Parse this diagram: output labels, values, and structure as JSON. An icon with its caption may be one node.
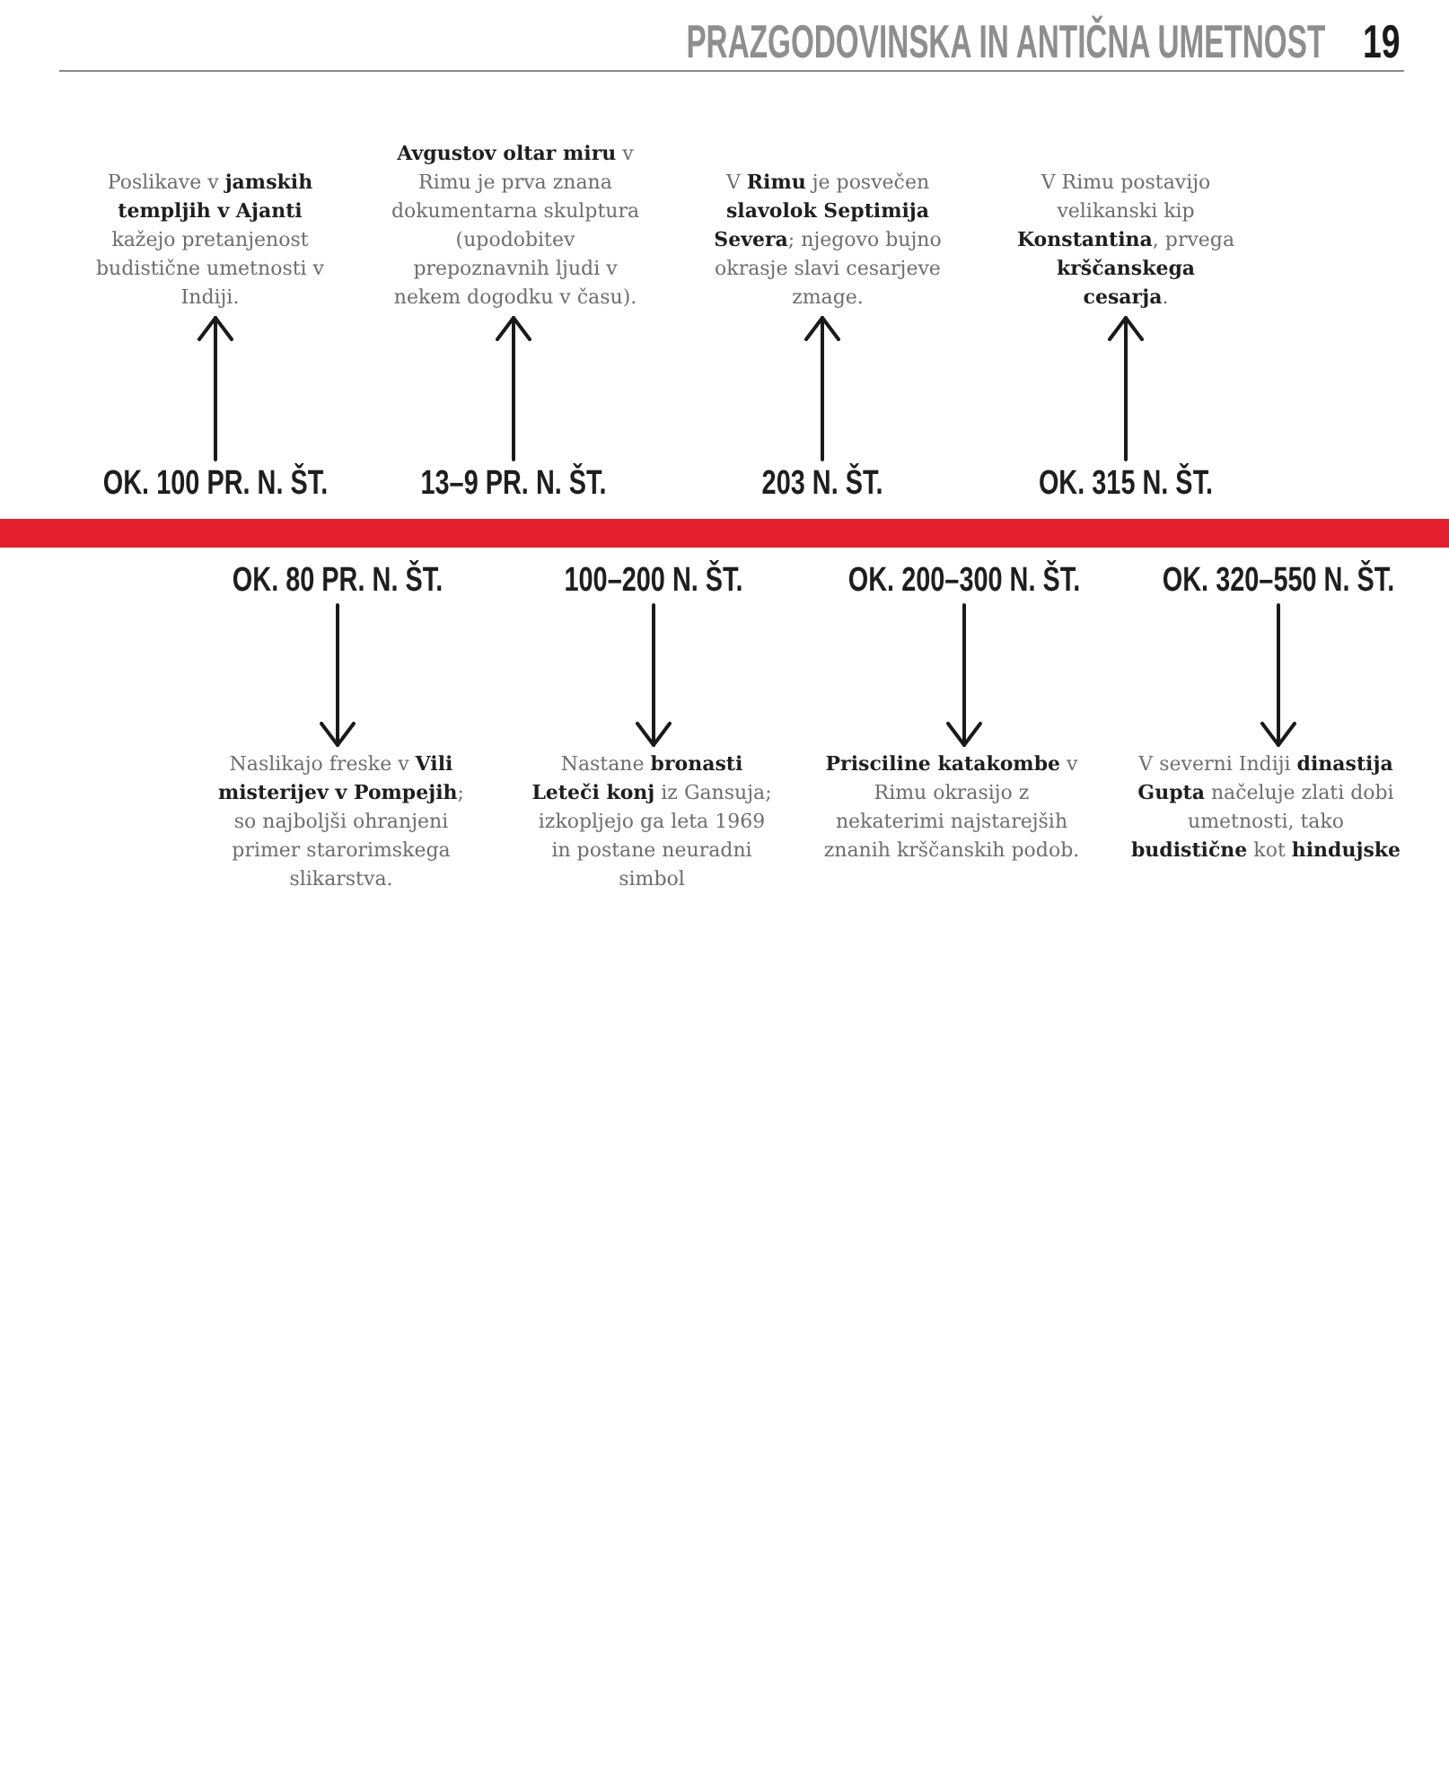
{
  "diagram": {
    "title": "PRAZGODOVINSKA IN ANTIČNA UMETNOST",
    "nodes": [
      {
        "text": [
          "Poslikave v **jamskih templjih v Ajanti** kažejo pretanjenost budistične umetnosti v Indiji."
        ]
      },
      {
        "text": [
          "**Avgustov oltar miru** v Rimu je prva znana dokumentarna skulptura (upodobitev prepoznavnih ljudi v nekem dogodku v času)."
        ]
      },
      {
        "text": [
          "V **Rimu** je posvečen **slavolok Septimija Severa**; njegovo bujno okrasje slavi cesarjeve zmage."
        ]
      },
      {
        "text": [
          "V Rimu postavijo velikanski kip **Konstantina**, prvega **krščanskega cesarja**."
        ]
      },
      {
        "text": [
          "OK. 100 PR. N. ŠT."
        ]
      },
      {
        "text": [
          "13–9 PR. N. ŠT."
        ]
      },
      {
        "text": [
          "203 N. ŠT."
        ]
      },
      {
        "text": [
          "OK. 315 N. ŠT."
        ]
      },
      {
        "text": [],
        "shape": "bar"
      },
      {
        "text": [
          "OK. 80 PR. N. ŠT."
        ]
      },
      {
        "text": [
          "100–200 N. ŠT."
        ]
      },
      {
        "text": [
          "OK. 200–300 N. ŠT."
        ]
      },
      {
        "text": [
          "OK. 320–550 N. ŠT."
        ]
      },
      {
        "text": [
          "Naslikajo freske v **Vili misterijev v Pompejih**; so najboljši ohranjeni primer starorimskega slikarstva."
        ]
      },
      {
        "text": [
          "Nastane **bronasti Leteči konj** iz Gansuja; izkopljejo ga leta 1969 in postane neuradni simbol"
        ]
      },
      {
        "text": [
          "**Prisciline katakombe** v Rimu okrasijo z nekaterimi najstarejših znanih krščanskih podob."
        ]
      },
      {
        "text": [
          "V severni Indiji **dinastija Gupta** načeluje zlati dobi umetnosti, tako **budistične** kot **hindujske**"
        ]
      }
    ],
    "edges": [
      {
        "from": 4,
        "to": 0,
        "arrow": "to"
      },
      {
        "from": 5,
        "to": 1,
        "arrow": "to"
      },
      {
        "from": 6,
        "to": 2,
        "arrow": "to"
      },
      {
        "from": 7,
        "to": 3,
        "arrow": "to"
      },
      {
        "from": 9,
        "to": 13,
        "arrow": "to"
      },
      {
        "from": 10,
        "to": 14,
        "arrow": "to"
      },
      {
        "from": 11,
        "to": 15,
        "arrow": "to"
      },
      {
        "from": 12,
        "to": 16,
        "arrow": "to"
      }
    ],
    "labels": [
      "19"
    ]
  }
}
